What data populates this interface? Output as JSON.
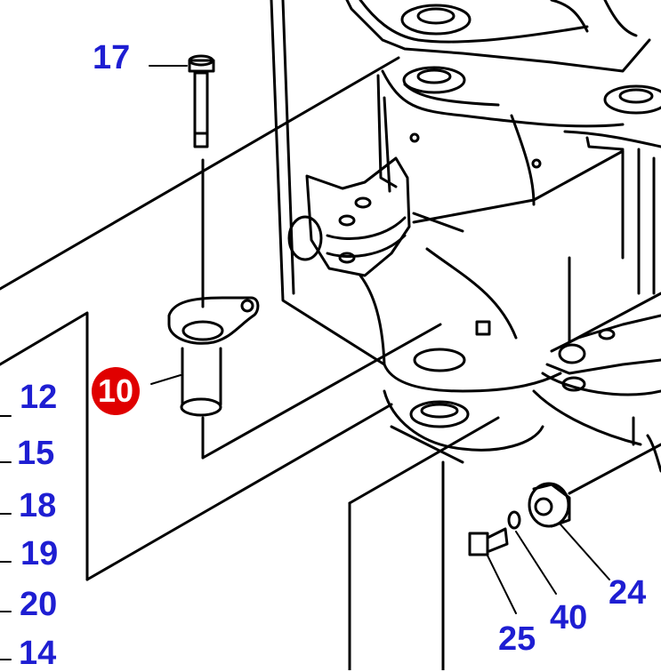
{
  "diagram": {
    "line_color": "#000000",
    "label_color": "#1e1ed2",
    "highlight_color": "#e00000",
    "parts": [
      {
        "id": "p17",
        "number": "17"
      },
      {
        "id": "p10",
        "number": "10",
        "highlighted": true
      },
      {
        "id": "p12",
        "number": "12"
      },
      {
        "id": "p15",
        "number": "15"
      },
      {
        "id": "p18",
        "number": "18"
      },
      {
        "id": "p19",
        "number": "19"
      },
      {
        "id": "p20",
        "number": "20"
      },
      {
        "id": "p14",
        "number": "14"
      },
      {
        "id": "p24",
        "number": "24"
      },
      {
        "id": "p40",
        "number": "40"
      },
      {
        "id": "p25",
        "number": "25"
      }
    ]
  }
}
